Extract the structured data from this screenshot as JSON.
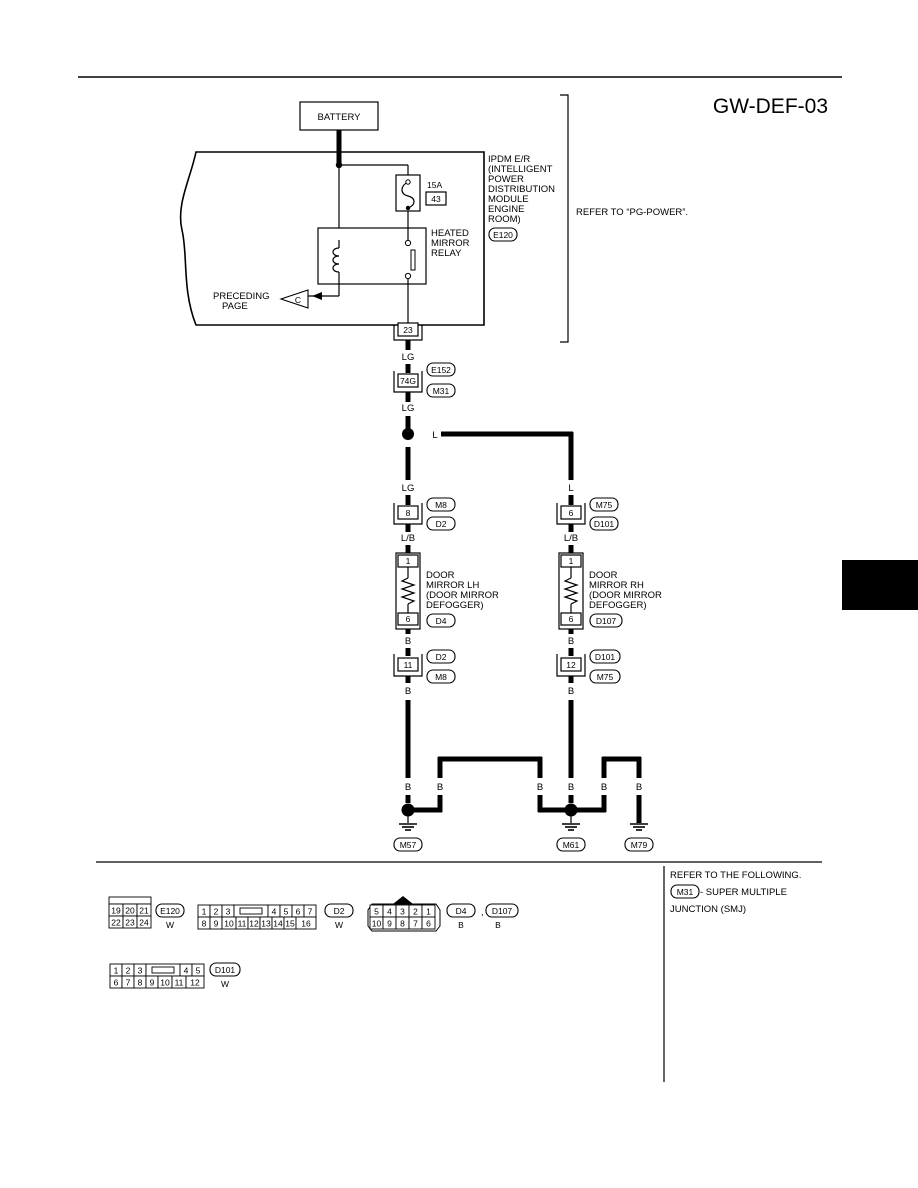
{
  "page": {
    "code": "GW-DEF-03"
  },
  "battery": {
    "label": "BATTERY"
  },
  "ipdm": {
    "label_lines": [
      "IPDM E/R",
      "(INTELLIGENT",
      "POWER",
      "DISTRIBUTION",
      "MODULE",
      "ENGINE",
      "ROOM)"
    ],
    "connector": "E120",
    "fuse_rating": "15A",
    "fuse_number": "43",
    "relay_label_lines": [
      "HEATED",
      "MIRROR",
      "RELAY"
    ],
    "terminal": "23",
    "refer_note": "REFER TO “PG-POWER”."
  },
  "preceding": {
    "label_lines": [
      "PRECEDING",
      "PAGE"
    ],
    "marker": "C"
  },
  "wires": {
    "lg": "LG",
    "l": "L",
    "lb": "L/B",
    "b": "B"
  },
  "joint_connector": {
    "terminal": "74G",
    "connectors": [
      "E152",
      "M31"
    ]
  },
  "left_branch": {
    "upper_terminal": "8",
    "upper_connectors": [
      "M8",
      "D2"
    ],
    "mirror_label_lines": [
      "DOOR",
      "MIRROR LH",
      "(DOOR MIRROR",
      "DEFOGGER)"
    ],
    "mirror_top_terminal": "1",
    "mirror_bottom_terminal": "6",
    "mirror_connector": "D4",
    "lower_terminal": "11",
    "lower_connectors": [
      "D2",
      "M8"
    ],
    "ground": "M57"
  },
  "right_branch": {
    "upper_terminal": "6",
    "upper_connectors": [
      "M75",
      "D101"
    ],
    "mirror_label_lines": [
      "DOOR",
      "MIRROR RH",
      "(DOOR MIRROR",
      "DEFOGGER)"
    ],
    "mirror_top_terminal": "1",
    "mirror_bottom_terminal": "6",
    "mirror_connector": "D107",
    "lower_terminal": "12",
    "lower_connectors": [
      "D101",
      "M75"
    ],
    "ground": "M61"
  },
  "ground_extra": "M79",
  "connector_views": {
    "e120": {
      "id": "E120",
      "color": "W",
      "rows": [
        [
          "19",
          "20",
          "21"
        ],
        [
          "22",
          "23",
          "24"
        ]
      ]
    },
    "d2": {
      "id": "D2",
      "color": "W",
      "rows": [
        [
          "1",
          "2",
          "3",
          "",
          "4",
          "5",
          "6",
          "7"
        ],
        [
          "8",
          "9",
          "10",
          "11",
          "12",
          "13",
          "14",
          "15",
          "16"
        ]
      ]
    },
    "d4": {
      "id": "D4",
      "color": "B",
      "rows": [
        [
          "5",
          "4",
          "3",
          "2",
          "1"
        ],
        [
          "10",
          "9",
          "8",
          "7",
          "6"
        ]
      ]
    },
    "d107": {
      "id": "D107",
      "color": "B"
    },
    "separator": ",",
    "d101": {
      "id": "D101",
      "color": "W",
      "rows": [
        [
          "1",
          "2",
          "3",
          "",
          "4",
          "5"
        ],
        [
          "6",
          "7",
          "8",
          "9",
          "10",
          "11",
          "12"
        ]
      ]
    }
  },
  "refer_box": {
    "heading": "REFER TO THE FOLLOWING.",
    "connector": "M31",
    "text_line1": " - SUPER MULTIPLE",
    "text_line2": "JUNCTION (SMJ)"
  }
}
